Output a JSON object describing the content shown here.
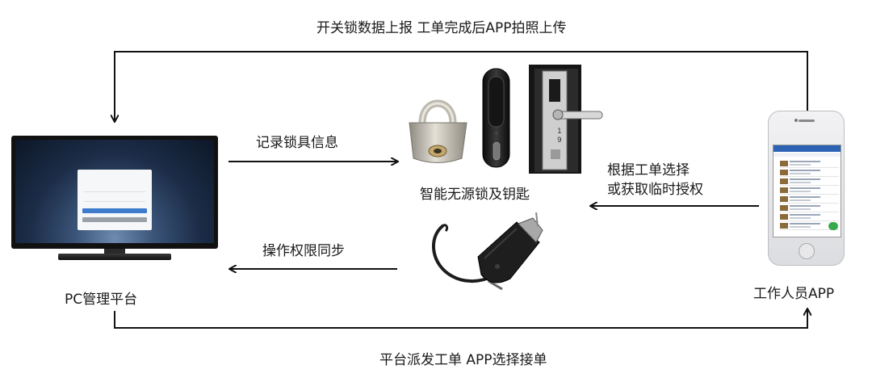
{
  "edges": {
    "top_label": "开关锁数据上报 工单完成后APP拍照上传",
    "record_label": "记录锁具信息",
    "authorize_label_line1": "根据工单选择",
    "authorize_label_line2": "或获取临时授权",
    "sync_label": "操作权限同步",
    "bottom_label": "平台派发工单 APP选择接单"
  },
  "nodes": {
    "pc_label": "PC管理平台",
    "lock_label": "智能无源锁及钥匙",
    "app_label": "工作人员APP"
  },
  "colors": {
    "arrow": "#111111",
    "lock_metal": "#b9b4a6",
    "key_body": "#1e1e1e",
    "phone_header": "#2c63b5"
  }
}
